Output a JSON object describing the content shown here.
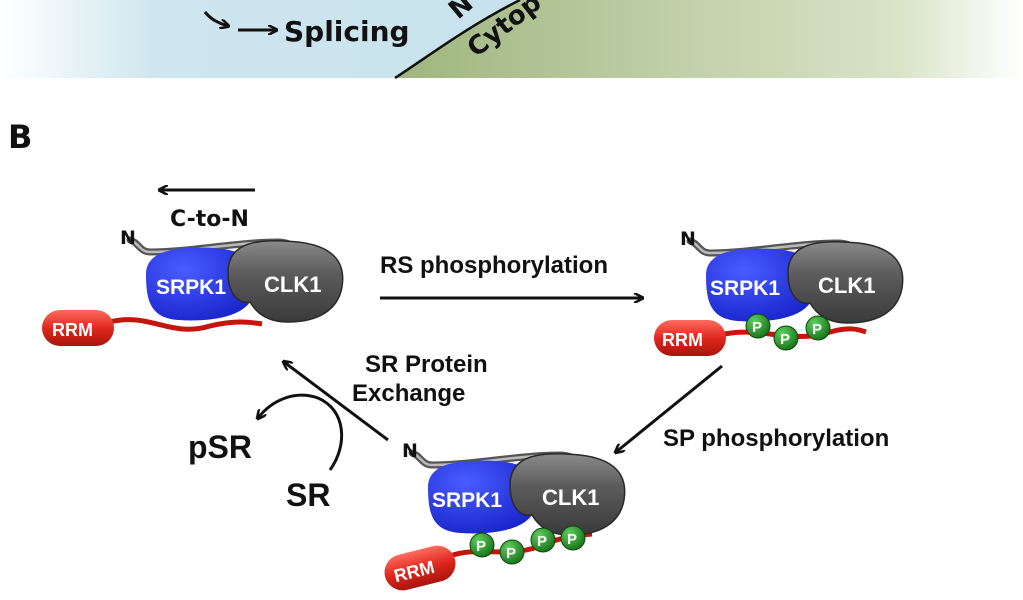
{
  "top_panel": {
    "splicing_label": "Splicing",
    "cytoplasm_fragment": "Cytop",
    "nucleus_fragment": "N"
  },
  "panel_label": "B",
  "direction_label": "C-to-N",
  "steps": {
    "rs": "RS phosphorylation",
    "sp": "SP phosphorylation",
    "exchange_line1": "SR Protein",
    "exchange_line2": "Exchange"
  },
  "products": {
    "psr": "pSR",
    "sr": "SR"
  },
  "complex": {
    "n_terminus": "N",
    "srpk": "SRPK1",
    "clk": "CLK1",
    "rrm": "RRM",
    "phospho": "P"
  },
  "colors": {
    "srpk_blue": "#1f2fe0",
    "clk_gray": "#5a5a5a",
    "rrm_red": "#e0281e",
    "phospho_green": "#1f8a1f",
    "nucleus_bg": "#cfe6ef",
    "cytoplasm_bg": "#a9bf8a"
  }
}
